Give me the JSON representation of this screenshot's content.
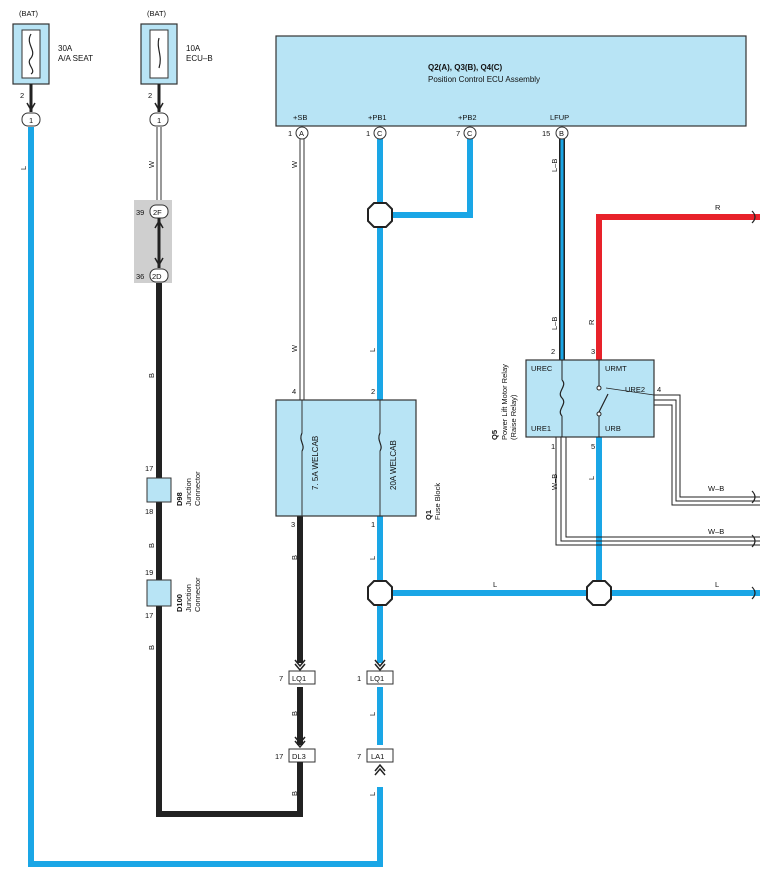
{
  "fuses": {
    "aa_seat": {
      "source": "(BAT)",
      "rating": "30A",
      "name": "A/A SEAT",
      "pin_top": "2",
      "conn": "1"
    },
    "ecu_b": {
      "source": "(BAT)",
      "rating": "10A",
      "name": "ECU–B",
      "pin_top": "2",
      "conn": "1"
    }
  },
  "ecu": {
    "title": "Q2(A), Q3(B), Q4(C)",
    "subtitle": "Position Control ECU Assembly",
    "terminals": [
      {
        "name": "+SB",
        "pin": "1",
        "conn": "A"
      },
      {
        "name": "+PB1",
        "pin": "1",
        "conn": "C"
      },
      {
        "name": "+PB2",
        "pin": "7",
        "conn": "C"
      },
      {
        "name": "LFUP",
        "pin": "15",
        "conn": "B"
      }
    ]
  },
  "junction_gray": {
    "upper_pin": "39",
    "upper_conn": "2F",
    "lower_pin": "36",
    "lower_conn": "2D"
  },
  "junction_d98": {
    "id": "D98",
    "label1": "Junction",
    "label2": "Connector",
    "pin_top": "17",
    "pin_bottom": "18"
  },
  "junction_d100": {
    "id": "D100",
    "label1": "Junction",
    "label2": "Connector",
    "pin_top": "19",
    "pin_bottom": "17"
  },
  "fuse_block": {
    "id": "Q1",
    "name": "Fuse Block",
    "fuse1": "7. 5A WELCAB",
    "fuse2": "20A WELCAB",
    "pin_in1": "4",
    "pin_in2": "2",
    "pin_out1": "3",
    "pin_out2": "1"
  },
  "relay": {
    "id": "Q5",
    "name1": "Power Lift Motor Relay",
    "name2": "(Raise Relay)",
    "terminals": {
      "urec": "UREC",
      "urmt": "URMT",
      "ure2": "URE2",
      "ure1": "URE1",
      "urb": "URB"
    },
    "pins": {
      "urec": "2",
      "urmt": "3",
      "ure2": "4",
      "ure1": "1",
      "urb": "5"
    }
  },
  "connectors": {
    "lq1_left": {
      "pin": "7",
      "name": "LQ1"
    },
    "lq1_right": {
      "pin": "1",
      "name": "LQ1"
    },
    "dl3": {
      "pin": "17",
      "name": "DL3"
    },
    "la1": {
      "pin": "7",
      "name": "LA1"
    }
  },
  "wire_colors": {
    "L": "L",
    "W": "W",
    "B": "B",
    "R": "R",
    "LB": "L–B",
    "WB": "W–B"
  },
  "colors": {
    "blue_L": "#1aa6e6",
    "black_B": "#222222",
    "red_R": "#e8222a",
    "box_fill": "#b8e4f5",
    "junction_gray": "#cfcfcf"
  }
}
